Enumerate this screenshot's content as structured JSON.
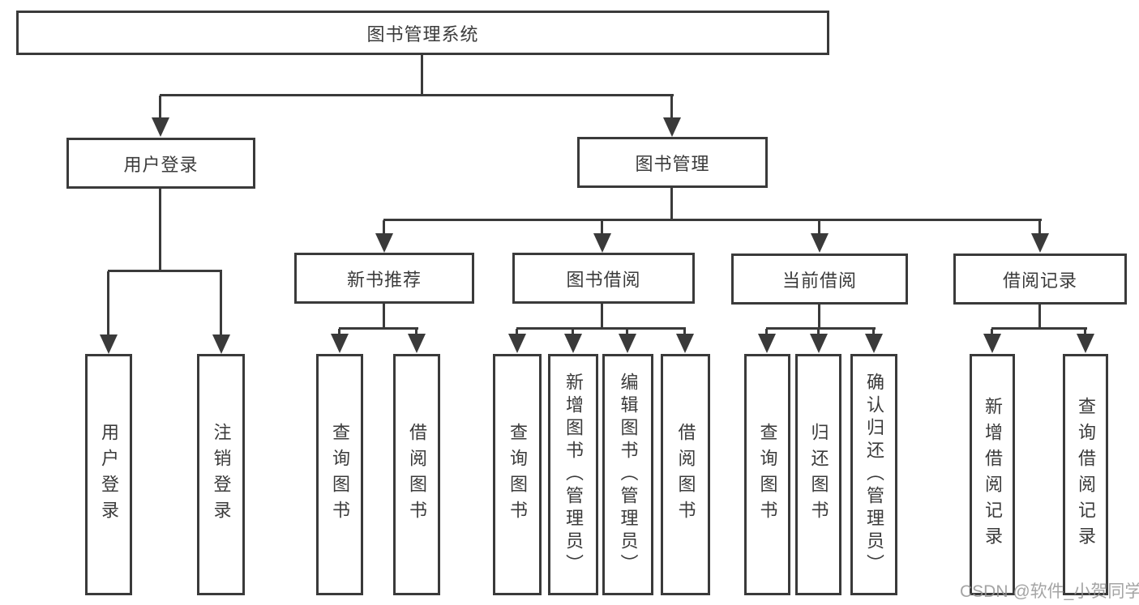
{
  "root": {
    "label": "图书管理系统"
  },
  "level2": {
    "user_login": {
      "label": "用户登录"
    },
    "book_mgmt": {
      "label": "图书管理"
    }
  },
  "level3": {
    "new_book": {
      "label": "新书推荐"
    },
    "book_borrow": {
      "label": "图书借阅"
    },
    "current_borrow": {
      "label": "当前借阅"
    },
    "borrow_record": {
      "label": "借阅记录"
    }
  },
  "leaves": {
    "user_login": {
      "label": "用户登录"
    },
    "logout": {
      "label": "注销登录"
    },
    "query_books_recommend": {
      "label": "查询图书"
    },
    "borrow_books_recommend": {
      "label": "借阅图书"
    },
    "query_books_borrow": {
      "label": "查询图书"
    },
    "add_books_admin": {
      "label": "新增图书（管理员）"
    },
    "edit_books_admin": {
      "label": "编辑图书（管理员）"
    },
    "borrow_books": {
      "label": "借阅图书"
    },
    "query_books_current": {
      "label": "查询图书"
    },
    "return_books": {
      "label": "归还图书"
    },
    "confirm_return_admin": {
      "label": "确认归还（管理员）"
    },
    "add_borrow_record": {
      "label": "新增借阅记录"
    },
    "query_borrow_record": {
      "label": "查询借阅记录"
    }
  },
  "watermark": "CSDN @软件_小贺同学",
  "colors": {
    "line": "#3a3a3a",
    "text": "#3b3b3b",
    "background": "#ffffff",
    "watermark": "#949494"
  }
}
